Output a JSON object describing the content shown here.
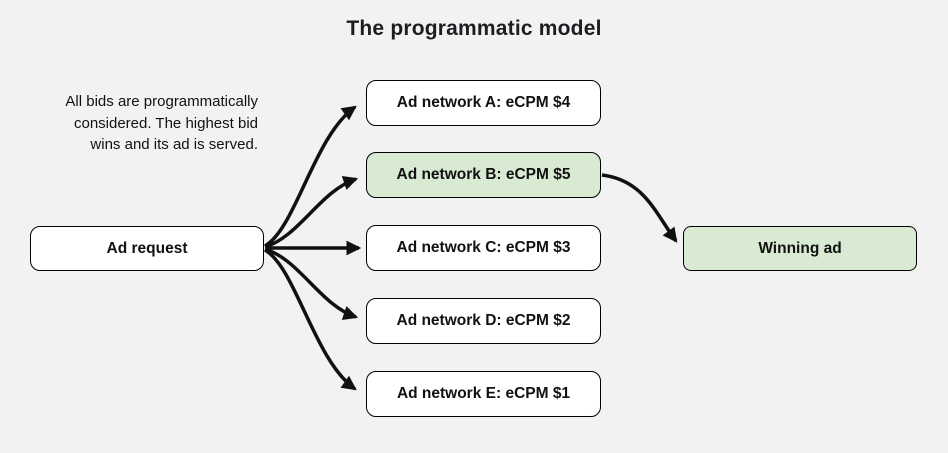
{
  "title": "The programmatic model",
  "description": "All bids are programmatically\nconsidered. The highest bid\nwins and its ad is served.",
  "nodes": {
    "ad_request": {
      "label": "Ad request"
    },
    "networks": [
      {
        "id": "A",
        "label": "Ad network A: eCPM $4",
        "highlighted": false
      },
      {
        "id": "B",
        "label": "Ad network B: eCPM $5",
        "highlighted": true
      },
      {
        "id": "C",
        "label": "Ad network C: eCPM $3",
        "highlighted": false
      },
      {
        "id": "D",
        "label": "Ad network D: eCPM $2",
        "highlighted": false
      },
      {
        "id": "E",
        "label": "Ad network E: eCPM $1",
        "highlighted": false
      }
    ],
    "winning_ad": {
      "label": "Winning ad"
    }
  },
  "edges": [
    {
      "from": "ad_request",
      "to": "network_a"
    },
    {
      "from": "ad_request",
      "to": "network_b"
    },
    {
      "from": "ad_request",
      "to": "network_c"
    },
    {
      "from": "ad_request",
      "to": "network_d"
    },
    {
      "from": "ad_request",
      "to": "network_e"
    },
    {
      "from": "network_b",
      "to": "winning_ad"
    }
  ],
  "colors": {
    "background": "#f2f2f2",
    "box_fill": "#ffffff",
    "highlight_fill": "#d9ead3",
    "border": "#000000",
    "arrow": "#111111",
    "text": "#111111"
  }
}
